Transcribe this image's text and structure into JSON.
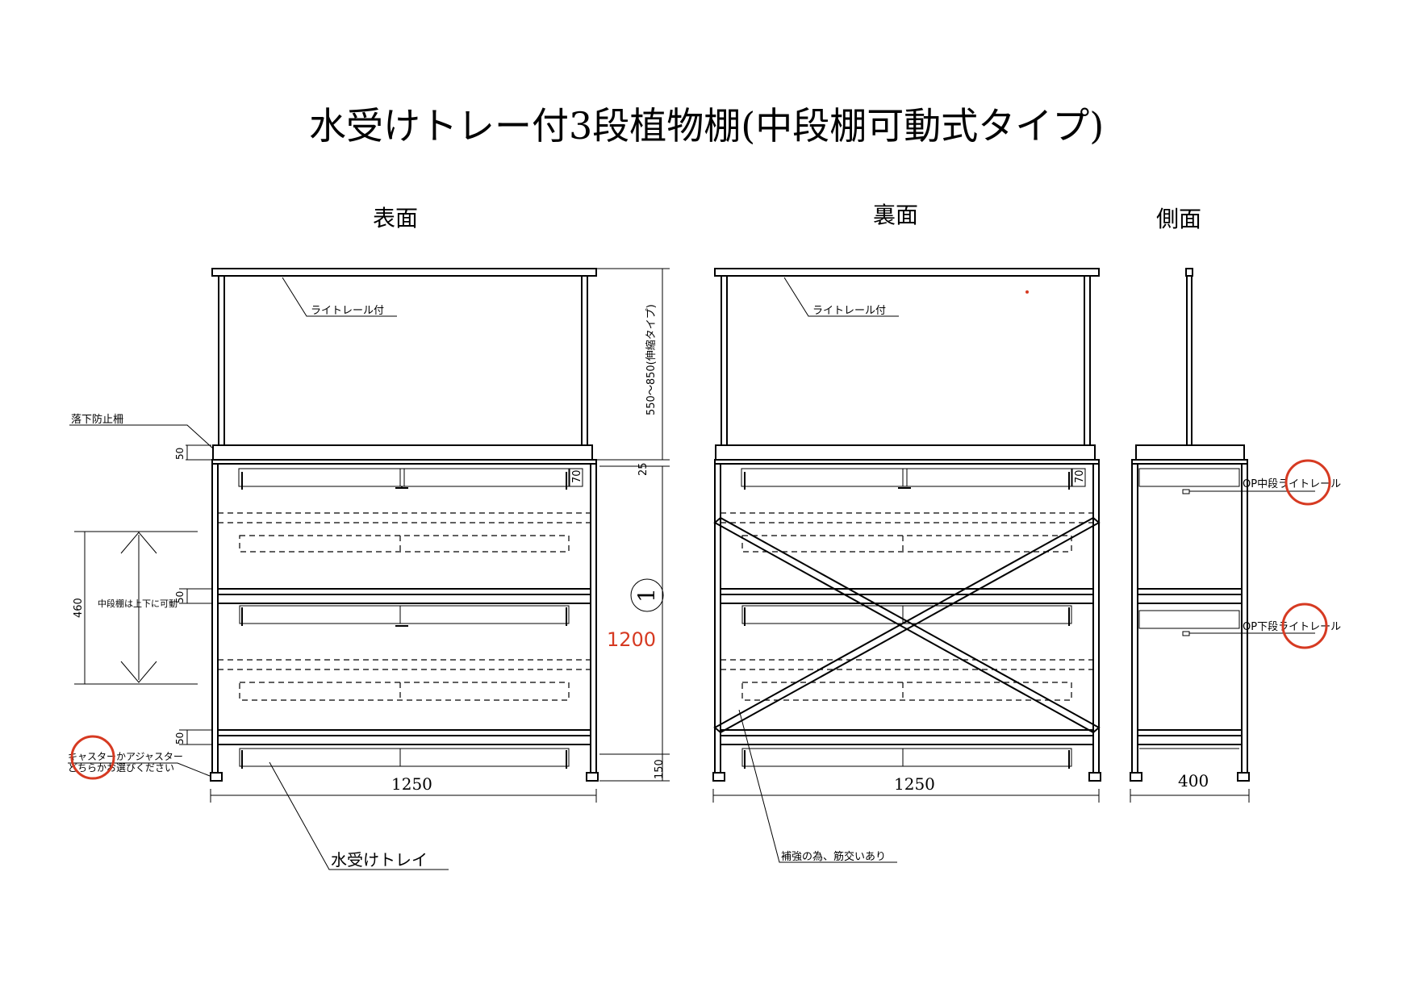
{
  "title": "水受けトレー付3段植物棚(中段棚可動式タイプ)",
  "views": {
    "front": "表面",
    "back": "裏面",
    "side": "側面"
  },
  "labels": {
    "light_rail_front": "ライトレール付",
    "light_rail_back": "ライトレール付",
    "fall_guard": "落下防止柵",
    "height_range": "550～850(伸縮タイプ)",
    "mid_shelf_move": "中段棚は上下に可動",
    "caster_line1": "キャスターかアジャスター",
    "caster_line2": "どちらかお選びください",
    "water_tray": "水受けトレイ",
    "brace": "補強の為、筋交いあり",
    "op_mid_rail": "OP中段ライトレール",
    "op_low_rail": "OP下段ライトレール",
    "circle_number": "1"
  },
  "dimensions": {
    "width_front": "1250",
    "width_back": "1250",
    "depth_side": "400",
    "total_height": "1200",
    "d50_top": "50",
    "d50_mid": "50",
    "d50_low": "50",
    "d460": "460",
    "d25": "25",
    "d70_front": "70",
    "d70_back": "70",
    "d150": "150"
  },
  "colors": {
    "line": "#000000",
    "highlight": "#d63a22"
  }
}
